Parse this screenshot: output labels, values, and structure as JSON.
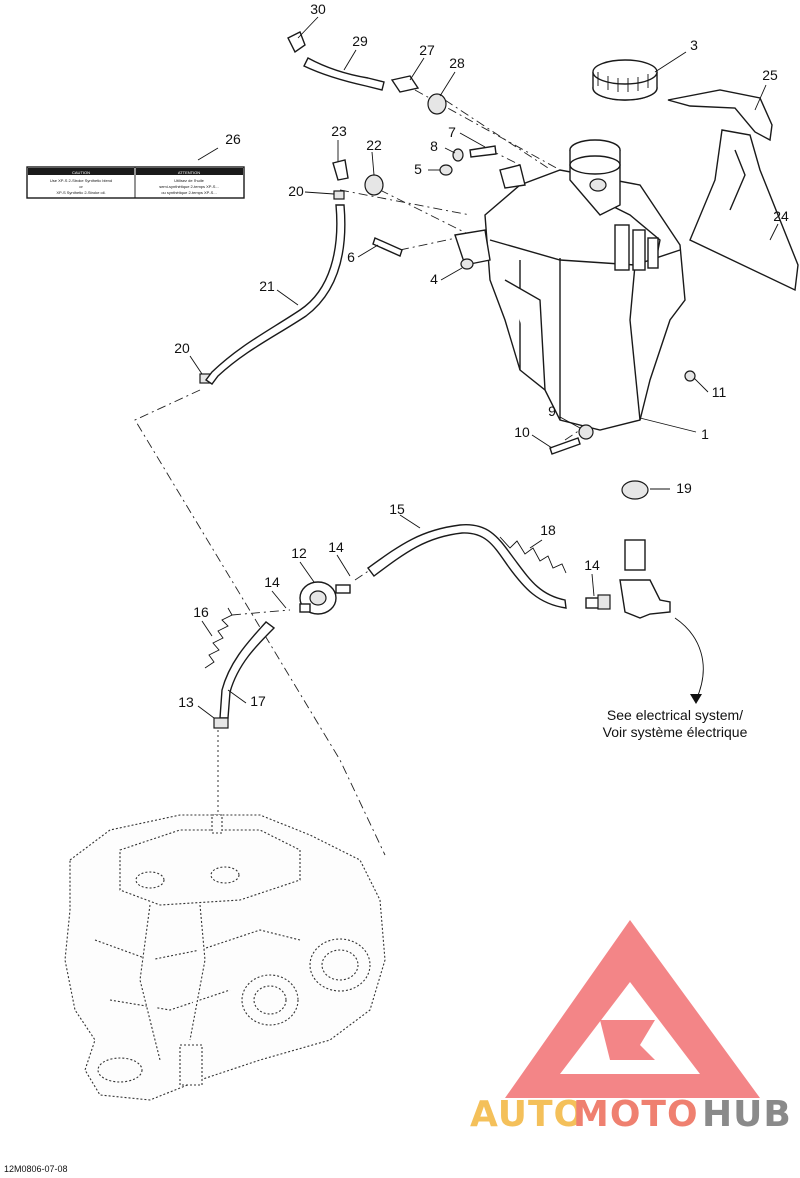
{
  "figure": {
    "reference_code": "12M0806-07-08",
    "note_line1": "See electrical system/",
    "note_line2": "Voir système électrique"
  },
  "decal": {
    "left_heading": "CAUTION",
    "left_line1": "Use XP-S  2-Stroke Synthetic blend",
    "left_line2": "or",
    "left_line3": "XP-S  Synthetic 2-Stroke oil.",
    "right_heading": "ATTENTION",
    "right_line1": "Utilisez de l'huile",
    "right_line2": "semi-synthétique 2-temps XP-S...",
    "right_line3": "ou synthétique 2-temps XP-S..."
  },
  "callouts": [
    {
      "id": "c1",
      "label": "1"
    },
    {
      "id": "c3",
      "label": "3"
    },
    {
      "id": "c4",
      "label": "4"
    },
    {
      "id": "c5",
      "label": "5"
    },
    {
      "id": "c6",
      "label": "6"
    },
    {
      "id": "c7",
      "label": "7"
    },
    {
      "id": "c8",
      "label": "8"
    },
    {
      "id": "c9",
      "label": "9"
    },
    {
      "id": "c10",
      "label": "10"
    },
    {
      "id": "c11",
      "label": "11"
    },
    {
      "id": "c12",
      "label": "12"
    },
    {
      "id": "c13",
      "label": "13"
    },
    {
      "id": "c14a",
      "label": "14"
    },
    {
      "id": "c14b",
      "label": "14"
    },
    {
      "id": "c14c",
      "label": "14"
    },
    {
      "id": "c15",
      "label": "15"
    },
    {
      "id": "c16",
      "label": "16"
    },
    {
      "id": "c17",
      "label": "17"
    },
    {
      "id": "c18",
      "label": "18"
    },
    {
      "id": "c19",
      "label": "19"
    },
    {
      "id": "c20a",
      "label": "20"
    },
    {
      "id": "c20b",
      "label": "20"
    },
    {
      "id": "c21",
      "label": "21"
    },
    {
      "id": "c22",
      "label": "22"
    },
    {
      "id": "c23",
      "label": "23"
    },
    {
      "id": "c24",
      "label": "24"
    },
    {
      "id": "c25",
      "label": "25"
    },
    {
      "id": "c26",
      "label": "26"
    },
    {
      "id": "c27",
      "label": "27"
    },
    {
      "id": "c28",
      "label": "28"
    },
    {
      "id": "c29",
      "label": "29"
    },
    {
      "id": "c30",
      "label": "30"
    }
  ],
  "watermark": {
    "part1": "AUTO",
    "part2": "MOTO",
    "part3": "HUB",
    "color_auto": "#f4c05a",
    "color_moto": "#ef8070",
    "color_hub": "#8a8a8a",
    "triangle_color": "#f2787a"
  }
}
